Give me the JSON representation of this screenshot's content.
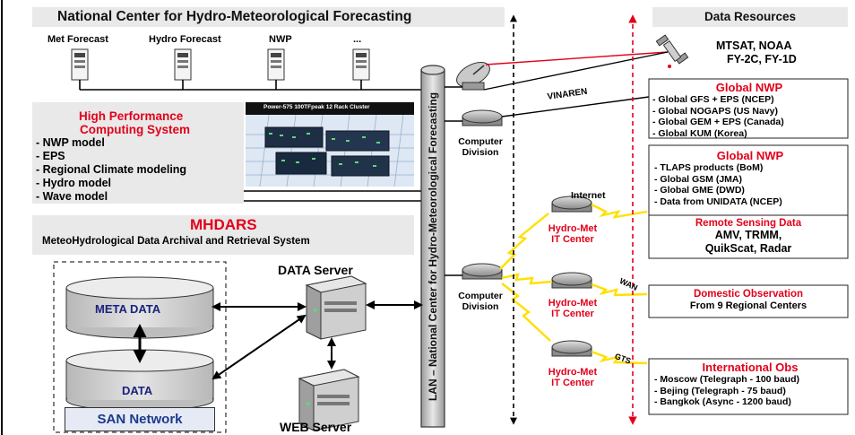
{
  "ncHmf": {
    "title": "National Center for Hydro-Meteorological Forecasting",
    "terminals": [
      "Met Forecast",
      "Hydro Forecast",
      "NWP",
      "..."
    ]
  },
  "hpc": {
    "title_line1": "High  Performance",
    "title_line2": "Computing System",
    "items": [
      "- NWP model",
      "- EPS",
      "- Regional Climate modeling",
      "- Hydro model",
      "- Wave model"
    ],
    "photo_caption": "Power-575 100TFpeak 12 Rack Cluster"
  },
  "mhdars": {
    "title": "MHDARS",
    "subtitle": "MeteoHydrological Data Archival and Retrieval System",
    "meta_data": "META DATA",
    "data": "DATA",
    "san": "SAN Network",
    "data_server": "DATA Server",
    "web_server": "WEB Server"
  },
  "lan": {
    "label": "LAN – National Center for Hydro-Meteorological Forecasting"
  },
  "network": {
    "vinaren": "VINAREN",
    "internet": "Internet",
    "wan": "WAN",
    "gts": "GTS",
    "computer_division": [
      "Computer",
      "Division"
    ],
    "hydromet_it": [
      "Hydro-Met",
      "IT Center"
    ]
  },
  "resources": {
    "title": "Data Resources",
    "satellite_line1": "MTSAT, NOAA",
    "satellite_line2": "FY-2C, FY-1D",
    "global_nwp_1": {
      "title": "Global NWP",
      "items": [
        "- Global GFS + EPS (NCEP)",
        "- Global NOGAPS (US Navy)",
        "- Global GEM + EPS (Canada)",
        "- Global KUM (Korea)"
      ]
    },
    "global_nwp_2": {
      "title": "Global NWP",
      "items": [
        "- TLAPS products (BoM)",
        "- Global GSM (JMA)",
        "- Global GME (DWD)",
        "- Data from UNIDATA (NCEP)"
      ]
    },
    "remote_sensing": {
      "title": "Remote Sensing Data",
      "line1": "AMV, TRMM,",
      "line2": "QuikScat, Radar"
    },
    "domestic": {
      "title": "Domestic Observation",
      "line": "From 9 Regional Centers"
    },
    "international": {
      "title": "International Obs",
      "items": [
        "- Moscow (Telegraph - 100 baud)",
        "- Bejing (Telegraph - 75 baud)",
        "- Bangkok (Async - 1200 baud)"
      ]
    }
  },
  "colors": {
    "accent_red": "#e2001a",
    "navy": "#1a237e",
    "gray_panel": "#e9e9e9",
    "zigzag": "#ffe000"
  }
}
